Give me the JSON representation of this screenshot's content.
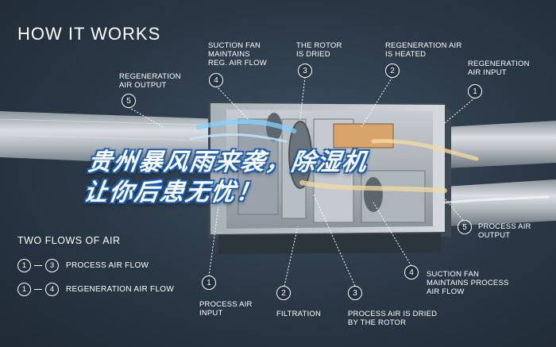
{
  "title": "HOW IT WORKS",
  "banner": {
    "line1": "贵州暴风雨来袭，除湿机",
    "line2": "让你后患无忧！"
  },
  "callouts_top": [
    {
      "num": "5",
      "text": "REGENERATION\nAIR OUTPUT"
    },
    {
      "num": "4",
      "text": "SUCTION FAN\nMAINTAINS\nREG. AIR FLOW"
    },
    {
      "num": "3",
      "text": "THE ROTOR\nIS DRIED"
    },
    {
      "num": "2",
      "text": "REGENERATION AIR\nIS HEATED"
    },
    {
      "num": "1",
      "text": "REGENERATION\nAIR INPUT"
    }
  ],
  "callouts_bottom": [
    {
      "num": "1",
      "text": "PROCESS AIR\nINPUT"
    },
    {
      "num": "2",
      "text": "FILTRATION"
    },
    {
      "num": "3",
      "text": "PROCESS AIR IS DRIED\nBY THE ROTOR"
    },
    {
      "num": "4",
      "text": "SUCTION FAN\nMAINTAINS PROCESS\nAIR FLOW"
    },
    {
      "num": "5",
      "text": "PROCESS AIR\nOUTPUT"
    }
  ],
  "flows": {
    "title": "TWO FLOWS OF AIR",
    "items": [
      {
        "from": "1",
        "to": "3",
        "label": "PROCESS AIR FLOW"
      },
      {
        "from": "1",
        "to": "4",
        "label": "REGENERATION AIR FLOW"
      }
    ]
  },
  "colors": {
    "background": "#2b3a48",
    "banner_outline": "#1e5fb0",
    "cool_air": "#7fd3ff",
    "warm_air": "#f3d9a0"
  }
}
